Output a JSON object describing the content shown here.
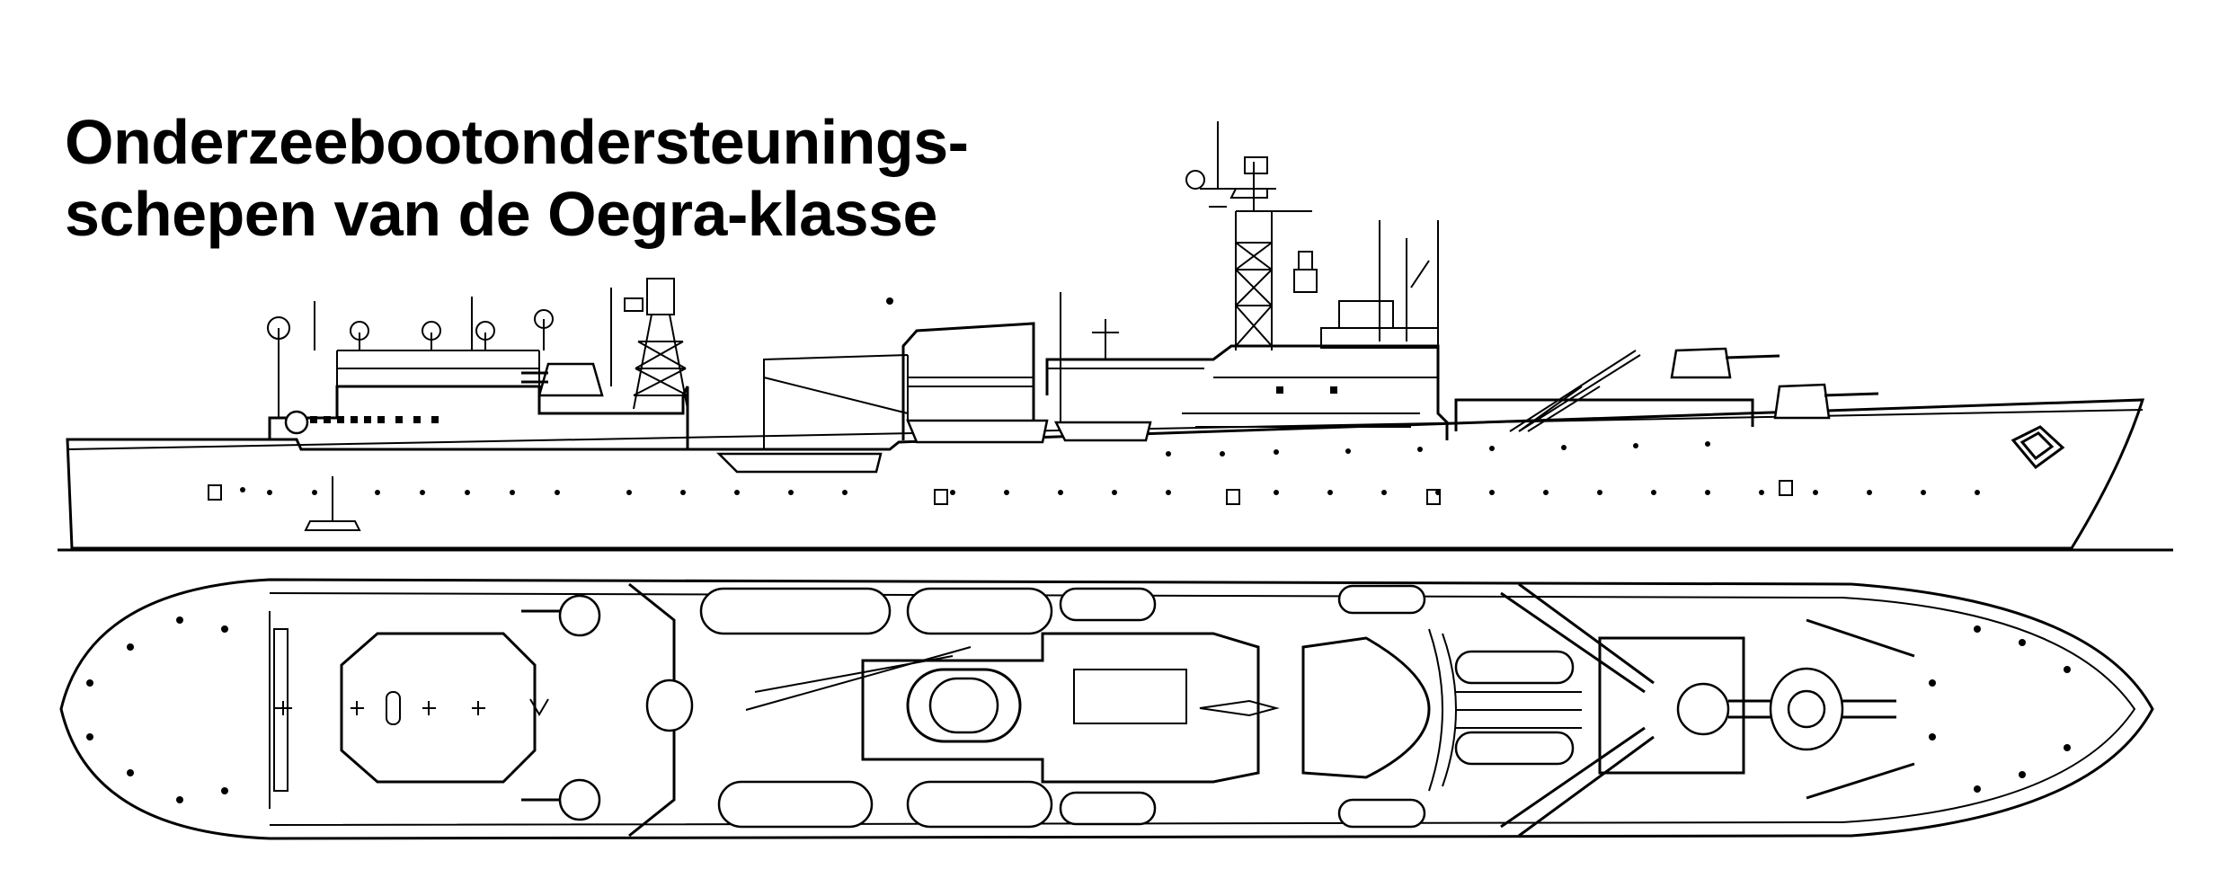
{
  "title": {
    "line1": "Onderzeebootondersteunings-",
    "line2": "schepen van de Oegra-klasse"
  },
  "views": [
    "side-profile",
    "top-plan"
  ],
  "colors": {
    "ink": "#000000",
    "paper": "#ffffff"
  }
}
